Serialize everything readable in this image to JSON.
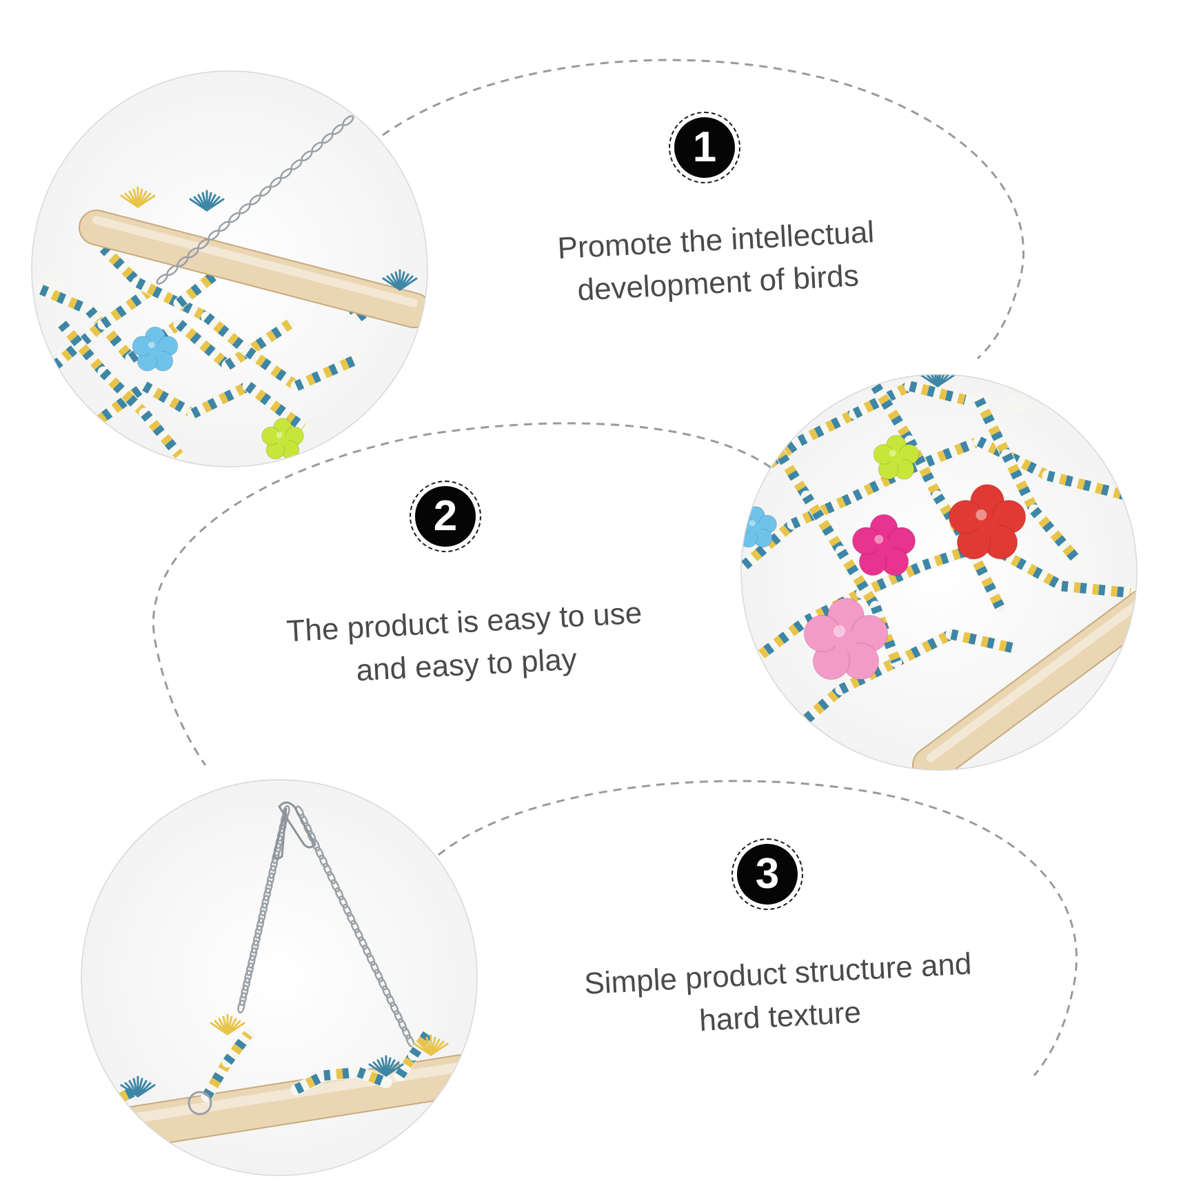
{
  "features": [
    {
      "number": "1",
      "lines": [
        "Promote the intellectual",
        "development of birds"
      ]
    },
    {
      "number": "2",
      "lines": [
        "The product is easy to use",
        "and easy to play"
      ]
    },
    {
      "number": "3",
      "lines": [
        "Simple product structure and",
        "hard texture"
      ]
    }
  ],
  "photos": [
    {
      "subject": "rope net with wooden perch and hanging chain"
    },
    {
      "subject": "rope net with colorful acrylic flowers"
    },
    {
      "subject": "hanging chains with clip over wooden perch"
    }
  ],
  "colors": {
    "text": "#4a4a4a",
    "badge": "#050505",
    "dash": "#9a9a9a",
    "rope_blue": "#3d86a6",
    "rope_yellow": "#e8c44a",
    "rope_white": "#f7f7f2",
    "wood": "#ead6b3",
    "flower_red": "#e03a33",
    "flower_magenta": "#e8338f",
    "flower_pink": "#f39ac7",
    "flower_lime": "#c8e63a",
    "flower_sky": "#6fc3ea"
  }
}
